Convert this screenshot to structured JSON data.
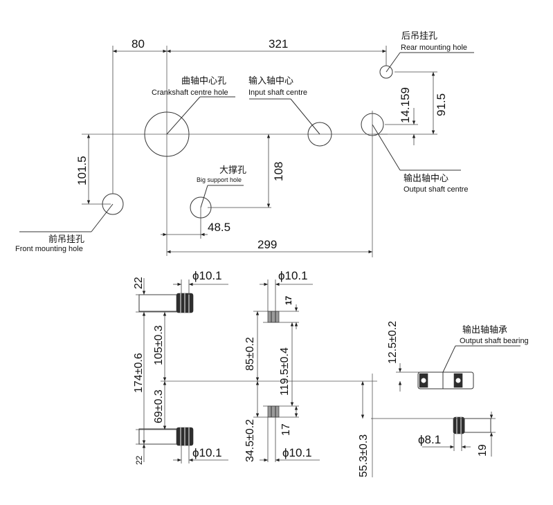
{
  "top_view": {
    "labels": {
      "rear_hole_cn": "后吊挂孔",
      "rear_hole_en": "Rear mounting hole",
      "crank_cn": "曲轴中心孔",
      "crank_en": "Crankshaft centre hole",
      "input_cn": "输入轴中心",
      "input_en": "Input shaft centre",
      "output_cn": "输出轴中心",
      "output_en": "Output shaft centre",
      "big_support_cn": "大撑孔",
      "big_support_en": "Big support hole",
      "front_hole_cn": "前吊挂孔",
      "front_hole_en": "Front mounting hole"
    },
    "dimensions": {
      "d80": "80",
      "d321": "321",
      "d14159": "14.159",
      "d915": "91.5",
      "d1015": "101.5",
      "d108": "108",
      "d485": "48.5",
      "d299": "299"
    }
  },
  "side_views": {
    "left": {
      "d22_top": "22",
      "phi_top": "ϕ10.1",
      "d174": "174±0.6",
      "d105": "105±0.3",
      "d69": "69±0.3",
      "d22_bottom": "22",
      "phi_bottom": "ϕ10.1"
    },
    "middle": {
      "phi_top": "ϕ10.1",
      "d17_top": "17",
      "d85": "85±0.2",
      "d1195": "119.5±0.4",
      "d345": "34.5±0.2",
      "d17_bottom": "17",
      "phi_bottom": "ϕ10.1"
    },
    "right": {
      "bearing_cn": "输出轴轴承",
      "bearing_en": "Output shaft bearing",
      "d125": "12.5±0.2",
      "d553": "55.3±0.3",
      "phi81": "ϕ8.1",
      "d19": "19"
    }
  }
}
